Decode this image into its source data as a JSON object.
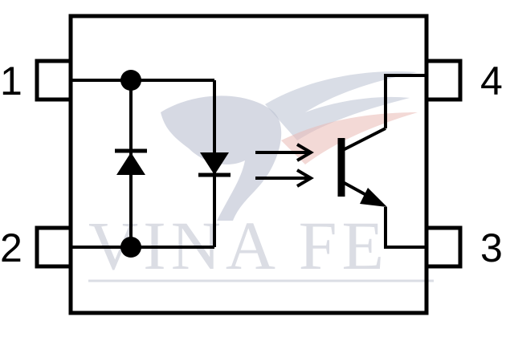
{
  "pins": {
    "pin1": "1",
    "pin2": "2",
    "pin3": "3",
    "pin4": "4"
  },
  "watermark": {
    "text": "VINA FE"
  },
  "colors": {
    "ink": "#000000",
    "watermark_blue": "#3d4f7c",
    "watermark_red": "#c0392b",
    "watermark_text": "#9aa0b5"
  },
  "icons": {
    "protection_diode": "diode-icon",
    "emitter_led": "led-icon",
    "light_arrows": "light-emission-icon",
    "phototransistor": "npn-transistor-icon"
  }
}
